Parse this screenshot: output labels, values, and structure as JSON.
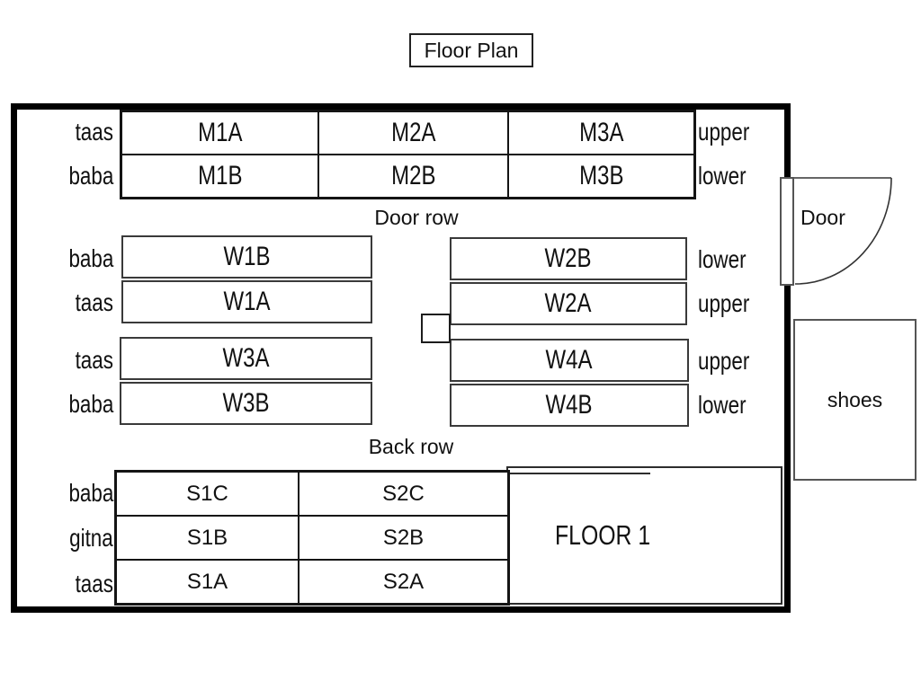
{
  "title": "Floor Plan",
  "labels": {
    "door_row": "Door row",
    "back_row": "Back row",
    "door": "Door",
    "shoes": "shoes",
    "floor": "FLOOR 1"
  },
  "m_row": {
    "left_labels": [
      "taas",
      "baba"
    ],
    "right_labels": [
      "upper",
      "lower"
    ],
    "cells": [
      [
        "M1A",
        "M2A",
        "M3A"
      ],
      [
        "M1B",
        "M2B",
        "M3B"
      ]
    ]
  },
  "w_row": {
    "w1": {
      "labels_left": [
        "baba",
        "taas"
      ],
      "cells": [
        "W1B",
        "W1A"
      ]
    },
    "w2": {
      "cells": [
        "W2B",
        "W2A"
      ],
      "labels_right": [
        "lower",
        "upper"
      ]
    },
    "w3": {
      "labels_left": [
        "taas",
        "baba"
      ],
      "cells": [
        "W3A",
        "W3B"
      ]
    },
    "w4": {
      "cells": [
        "W4A",
        "W4B"
      ],
      "labels_right": [
        "upper",
        "lower"
      ]
    }
  },
  "s_row": {
    "left_labels": [
      "baba",
      "gitna",
      "taas"
    ],
    "cells": [
      [
        "S1C",
        "S2C"
      ],
      [
        "S1B",
        "S2B"
      ],
      [
        "S1A",
        "S2A"
      ]
    ]
  },
  "colors": {
    "wall": "#000000",
    "line": "#333333",
    "background": "#ffffff"
  }
}
